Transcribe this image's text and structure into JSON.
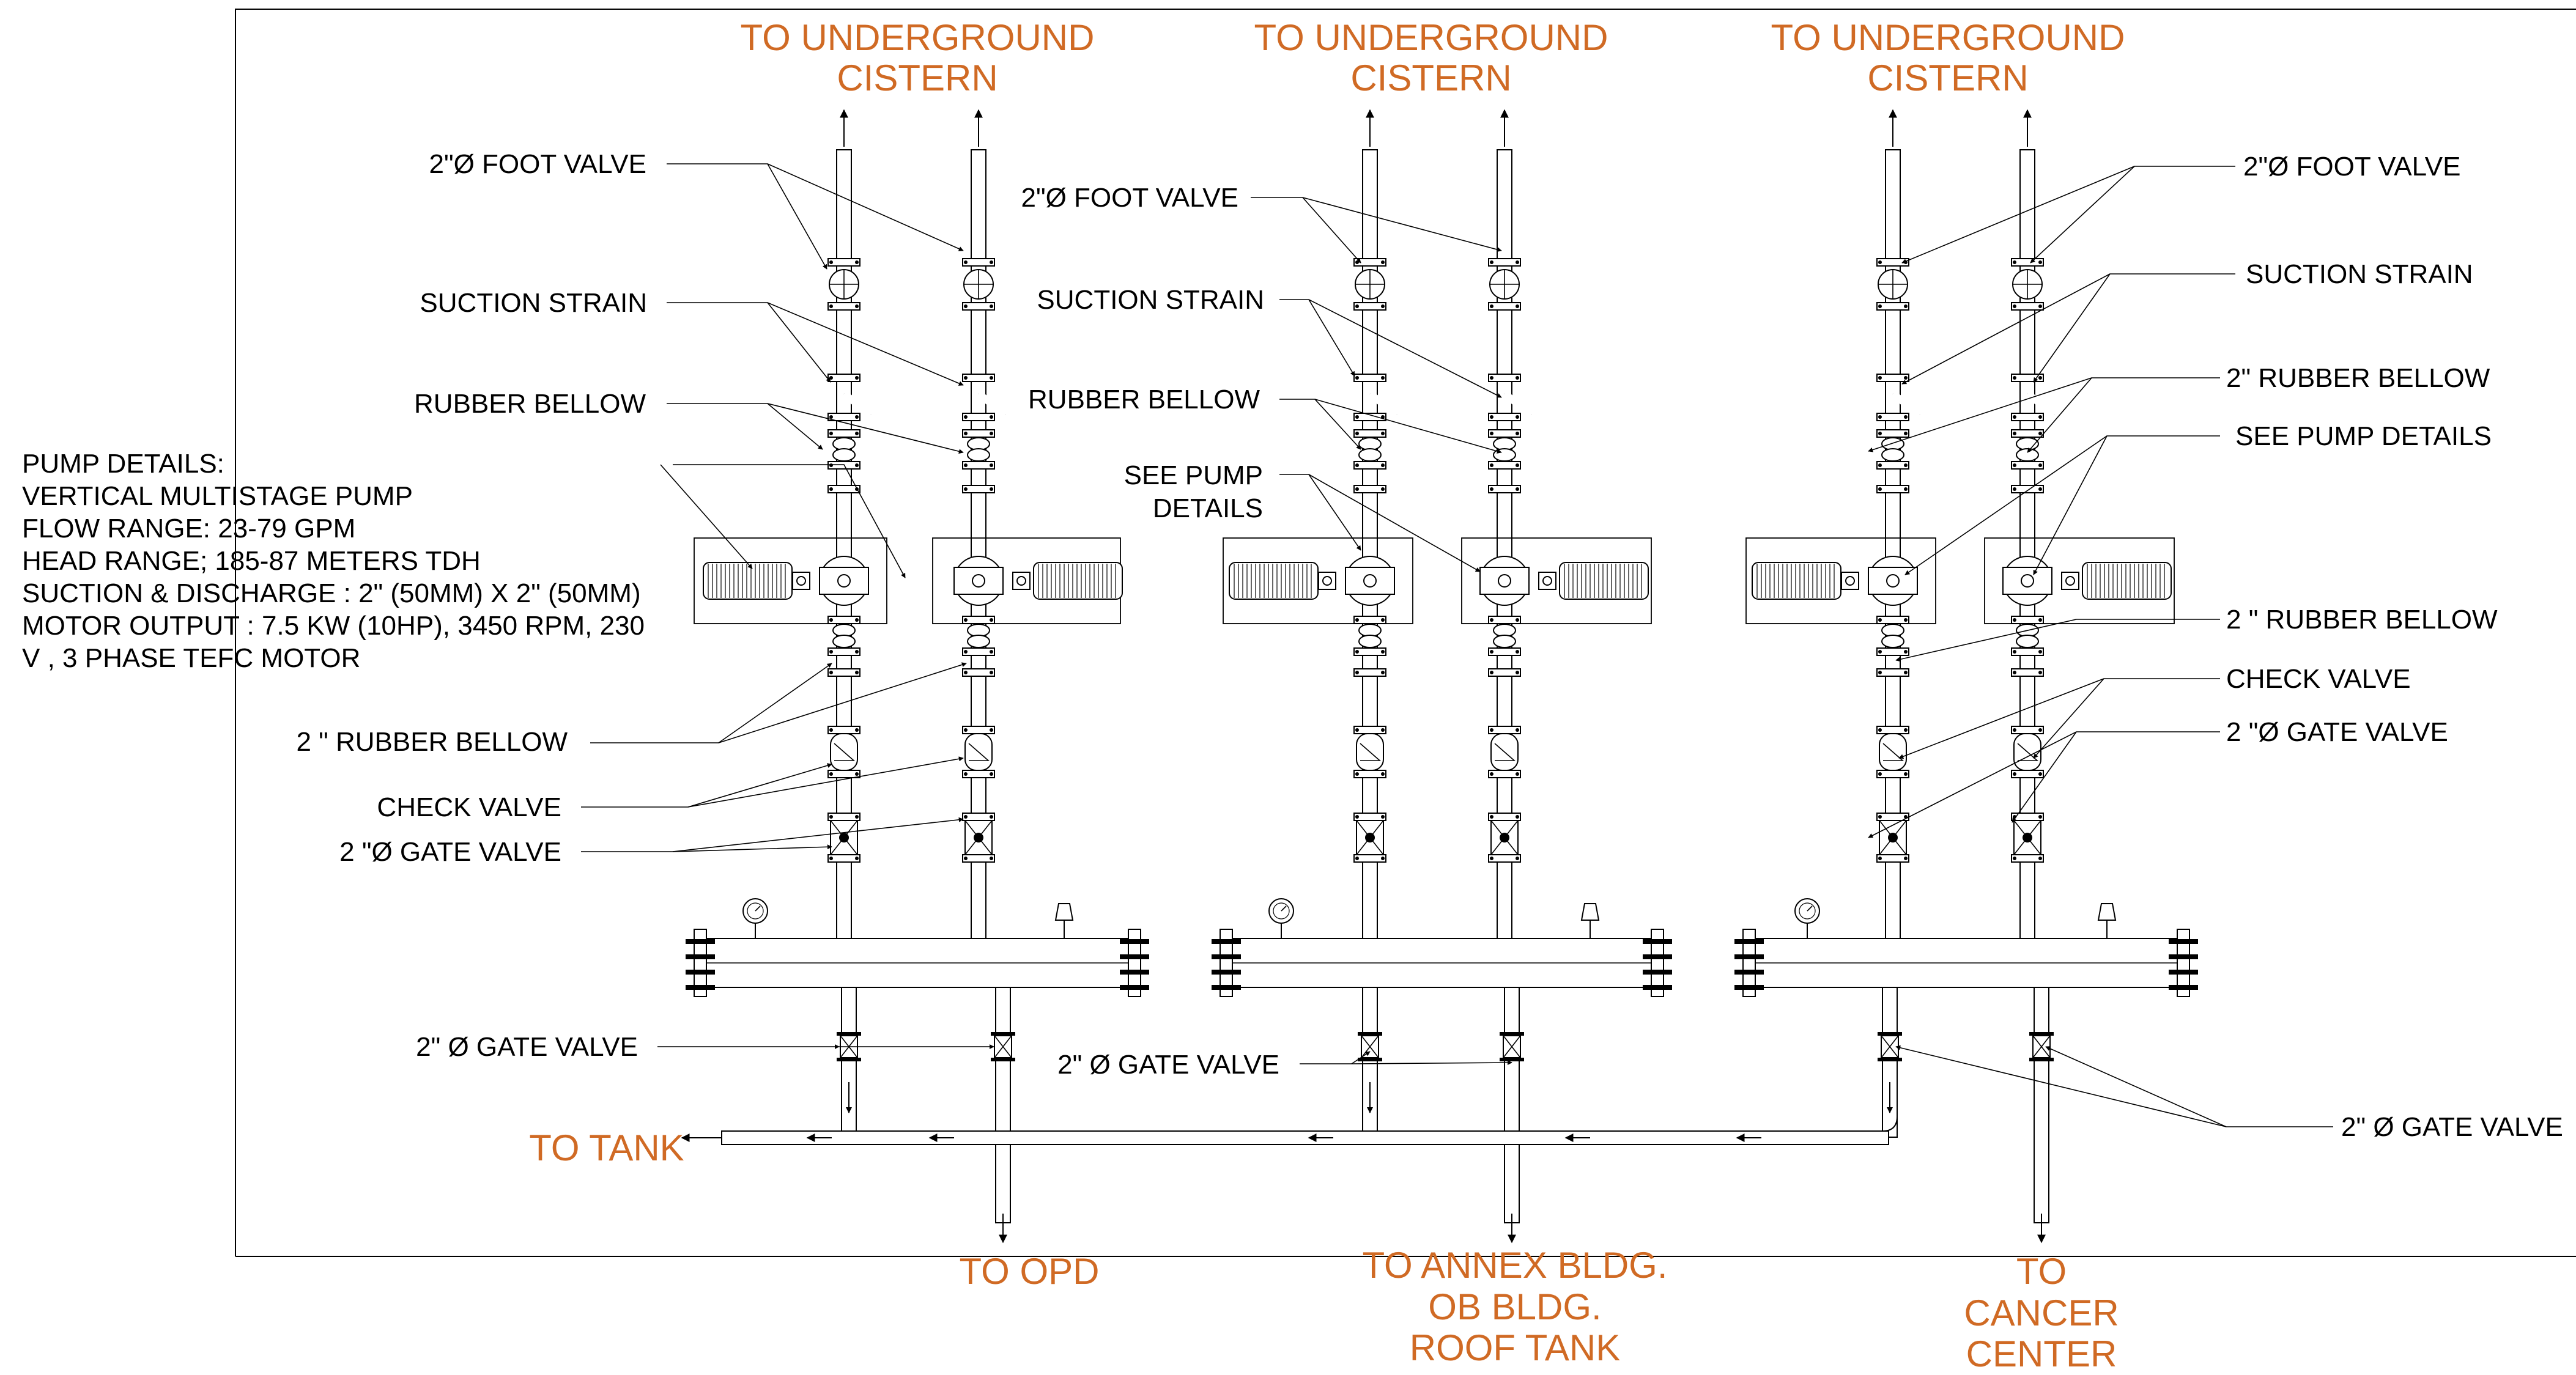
{
  "destinations": {
    "underground_1": [
      "TO UNDERGROUND",
      "CISTERN"
    ],
    "underground_2": [
      "TO UNDERGROUND",
      "CISTERN"
    ],
    "underground_3": [
      "TO UNDERGROUND",
      "CISTERN"
    ],
    "tank": "TO TANK",
    "opd": "TO OPD",
    "annex": [
      "TO ANNEX BLDG.",
      "OB BLDG.",
      "ROOF TANK"
    ],
    "cancer": [
      "TO",
      "CANCER",
      "CENTER"
    ]
  },
  "pump_details": [
    "PUMP DETAILS:",
    "VERTICAL MULTISTAGE PUMP",
    "FLOW RANGE: 23-79 GPM",
    "HEAD RANGE; 185-87 METERS TDH",
    "SUCTION & DISCHARGE : 2\" (50MM) X 2\" (50MM)",
    "MOTOR OUTPUT : 7.5 KW (10HP), 3450 RPM, 230",
    "V , 3 PHASE TEFC MOTOR"
  ],
  "left_labels": {
    "foot_valve": "2\"Ø FOOT VALVE",
    "suction_strain": "SUCTION STRAIN",
    "rubber_bellow": "RUBBER BELLOW",
    "rubber_bellow_2": "2 \" RUBBER BELLOW",
    "check_valve": "CHECK VALVE",
    "gate_valve": "2 \"Ø GATE VALVE",
    "gate_valve_bottom": "2\" Ø GATE VALVE"
  },
  "middle_labels": {
    "foot_valve": "2\"Ø FOOT VALVE",
    "suction_strain": "SUCTION STRAIN",
    "rubber_bellow": "RUBBER BELLOW",
    "see_pump_details": [
      "SEE PUMP",
      "DETAILS"
    ],
    "gate_valve_bottom": "2\" Ø GATE VALVE"
  },
  "right_labels": {
    "foot_valve": "2\"Ø FOOT VALVE",
    "suction_strain": "SUCTION STRAIN",
    "rubber_bellow": "2\" RUBBER BELLOW",
    "see_pump_details": "SEE PUMP DETAILS",
    "rubber_bellow_2": "2 \" RUBBER BELLOW",
    "check_valve": "CHECK VALVE",
    "gate_valve": "2  \"Ø GATE VALVE",
    "gate_valve_bottom": "2\" Ø GATE VALVE"
  },
  "colors": {
    "destination_text": "#D06A24",
    "linework": "#000000",
    "background": "#FFFFFF"
  }
}
